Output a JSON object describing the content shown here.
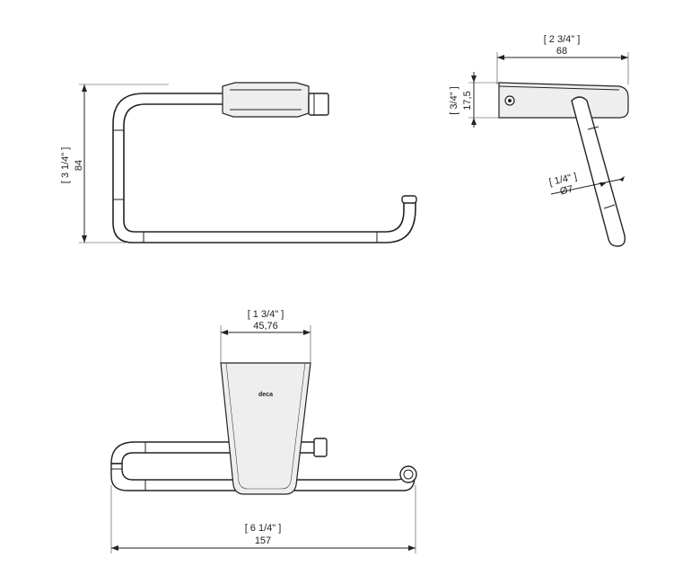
{
  "drawing": {
    "front_view": {
      "height_imperial": "[ 3 1/4\" ]",
      "height_metric": "84"
    },
    "side_view": {
      "depth_imperial": "[ 2 3/4\" ]",
      "depth_metric": "68",
      "plate_imperial": "[ 3/4\" ]",
      "plate_metric": "17,5",
      "rod_imperial": "[ 1/4\" ]",
      "rod_metric": "Ø7"
    },
    "top_view": {
      "width_imperial": "[ 1 3/4\" ]",
      "width_metric": "45,76",
      "length_imperial": "[ 6 1/4\" ]",
      "length_metric": "157",
      "brand_mark": "deca"
    }
  }
}
